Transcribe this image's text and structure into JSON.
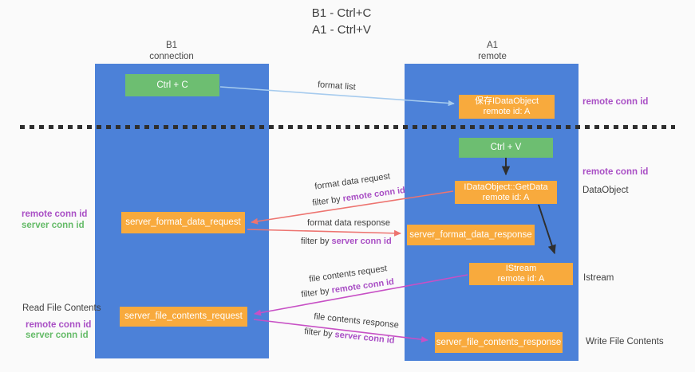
{
  "title": {
    "line1": "B1 - Ctrl+C",
    "line2": "A1 - Ctrl+V"
  },
  "lanes": {
    "b1": {
      "name": "B1",
      "subtitle": "connection"
    },
    "a1": {
      "name": "A1",
      "subtitle": "remote"
    }
  },
  "boxes": {
    "ctrl_c": {
      "label": "Ctrl + C"
    },
    "ctrl_v": {
      "label": "Ctrl + V"
    },
    "save_dataobject": {
      "line1": "保存IDataObject",
      "line2": "remote id: A"
    },
    "getdata": {
      "line1": "IDataObject::GetData",
      "line2": "remote id: A"
    },
    "istream": {
      "line1": "IStream",
      "line2": "remote id: A"
    },
    "server_format_data_request": {
      "label": "server_format_data_request"
    },
    "server_format_data_response": {
      "label": "server_format_data_response"
    },
    "server_file_contents_request": {
      "label": "server_file_contents_request"
    },
    "server_file_contents_response": {
      "label": "server_file_contents_response"
    }
  },
  "arrows": {
    "format_list": {
      "label": "format list"
    },
    "format_data_request": {
      "label": "format data request",
      "filter_prefix": "filter by ",
      "filter_key": "remote conn id"
    },
    "format_data_response": {
      "label": "format data response",
      "filter_prefix": "filter by ",
      "filter_key": "server conn id"
    },
    "file_contents_request": {
      "label": "file contents request",
      "filter_prefix": "filter by ",
      "filter_key": "remote conn id"
    },
    "file_contents_response": {
      "label": "file contents response",
      "filter_prefix": "filter by ",
      "filter_key": "server conn id"
    }
  },
  "annotations": {
    "right": {
      "remote_conn_id_top": "remote conn id",
      "remote_conn_id_mid": "remote conn id",
      "dataobject": "DataObject",
      "istream": "Istream",
      "write_file_contents": "Write File Contents"
    },
    "left": {
      "remote_conn_id_mid": "remote conn id",
      "server_conn_id_mid": "server conn id",
      "read_file_contents": "Read File Contents",
      "remote_conn_id_bottom": "remote conn id",
      "server_conn_id_bottom": "server conn id"
    }
  },
  "colors": {
    "lane_blue": "#4C81D8",
    "box_orange": "#F8AA3D",
    "box_green": "#6DBE71",
    "arrow_light_blue": "#A6CBEE",
    "arrow_red": "#ED7470",
    "arrow_magenta": "#C750C5",
    "arrow_black": "#2F2F2F",
    "label_purple": "#A94FC5",
    "label_green": "#65BB68",
    "text_dark": "#3F3F3F"
  }
}
